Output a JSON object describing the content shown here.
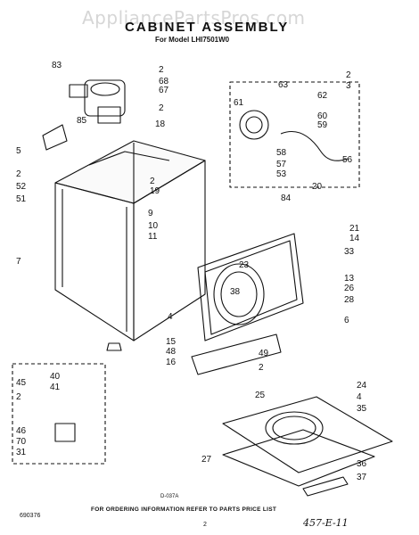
{
  "watermark": "AppliancePartsPros.com",
  "title": "CABINET ASSEMBLY",
  "model": "For Model LHI7501W0",
  "figure_code": "D-037A",
  "ordering_info": "FOR ORDERING INFORMATION REFER TO PARTS PRICE LIST",
  "doc_number": "690376",
  "page_number": "2",
  "handwritten_note": "457-E-11",
  "callouts": [
    "83",
    "2",
    "68",
    "67",
    "2",
    "85",
    "5",
    "2",
    "52",
    "51",
    "18",
    "2",
    "19",
    "63",
    "2",
    "3",
    "62",
    "61",
    "60",
    "59",
    "58",
    "57",
    "53",
    "56",
    "20",
    "84",
    "9",
    "10",
    "11",
    "7",
    "21",
    "14",
    "33",
    "23",
    "38",
    "13",
    "26",
    "28",
    "6",
    "4",
    "15",
    "48",
    "16",
    "49",
    "2",
    "45",
    "40",
    "41",
    "2",
    "46",
    "70",
    "31",
    "25",
    "24",
    "4",
    "35",
    "27",
    "36",
    "37"
  ]
}
